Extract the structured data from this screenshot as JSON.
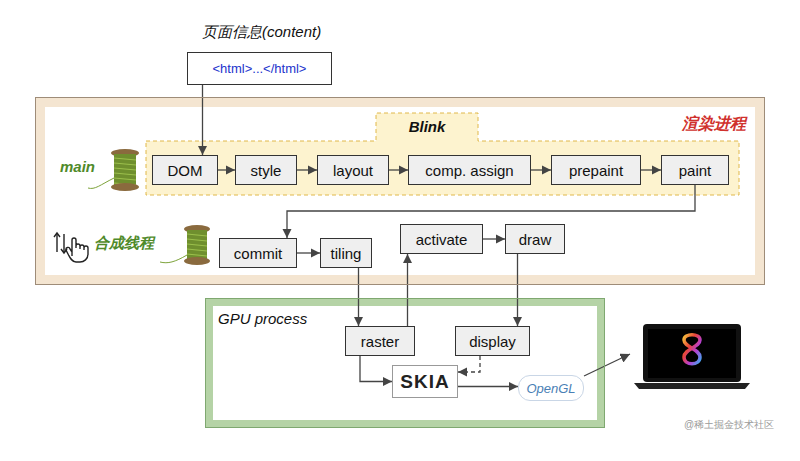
{
  "diagram": {
    "nodes": [
      {
        "text": [
          "页面信息(content)",
          "<html>...</html>"
        ]
      },
      {
        "text": [
          "渲染进程"
        ]
      },
      {
        "text": [
          "Blink"
        ],
        "in": 1
      },
      {
        "text": [
          "DOM"
        ],
        "in": 2
      },
      {
        "text": [
          "style"
        ],
        "in": 2
      },
      {
        "text": [
          "layout"
        ],
        "in": 2
      },
      {
        "text": [
          "comp. assign"
        ],
        "in": 2
      },
      {
        "text": [
          "prepaint"
        ],
        "in": 2
      },
      {
        "text": [
          "paint"
        ],
        "in": 2
      },
      {
        "text": [
          "commit"
        ],
        "in": 1
      },
      {
        "text": [
          "tiling"
        ],
        "in": 1
      },
      {
        "text": [
          "activate"
        ],
        "in": 1
      },
      {
        "text": [
          "draw"
        ],
        "in": 1
      },
      {
        "text": [
          "GPU process"
        ]
      },
      {
        "text": [
          "raster"
        ],
        "in": 13
      },
      {
        "text": [
          "display"
        ],
        "in": 13
      },
      {
        "text": [
          "SKIA"
        ],
        "in": 13
      },
      {
        "text": [
          "OpenGL"
        ],
        "in": 13
      }
    ],
    "edges": [
      {
        "from": 0,
        "to": 3,
        "arrow": "to"
      },
      {
        "from": 3,
        "to": 4,
        "arrow": "to"
      },
      {
        "from": 4,
        "to": 5,
        "arrow": "to"
      },
      {
        "from": 5,
        "to": 6,
        "arrow": "to"
      },
      {
        "from": 6,
        "to": 7,
        "arrow": "to"
      },
      {
        "from": 7,
        "to": 8,
        "arrow": "to"
      },
      {
        "from": 8,
        "to": 9,
        "arrow": "to"
      },
      {
        "from": 9,
        "to": 10,
        "arrow": "to"
      },
      {
        "from": 10,
        "to": 14,
        "arrow": "to"
      },
      {
        "from": 14,
        "to": 11,
        "arrow": "to"
      },
      {
        "from": 11,
        "to": 12,
        "arrow": "to"
      },
      {
        "from": 12,
        "to": 15,
        "arrow": "to"
      },
      {
        "from": 14,
        "to": 16,
        "arrow": "to"
      },
      {
        "from": 15,
        "to": 16,
        "arrow": "to"
      },
      {
        "from": 16,
        "to": 17,
        "arrow": "to"
      }
    ],
    "labels": [
      "main",
      "合成线程",
      "@稀土掘金技术社区"
    ]
  }
}
